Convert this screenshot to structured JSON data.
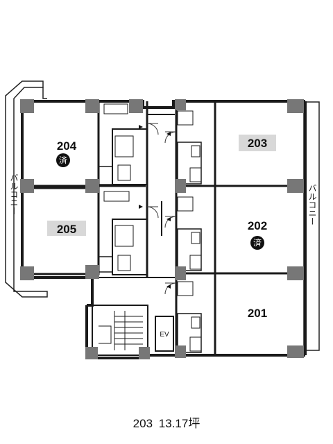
{
  "units": [
    {
      "number": "204",
      "status": "済"
    },
    {
      "number": "205",
      "status": ""
    },
    {
      "number": "203",
      "status": ""
    },
    {
      "number": "202",
      "status": "済"
    },
    {
      "number": "201",
      "status": ""
    }
  ],
  "balcony_label": "バルコニー",
  "elevator_label": "EV",
  "caption": {
    "unit": "203",
    "area": "13.17坪"
  },
  "colors": {
    "wall": "#1a1a1a",
    "column": "#777777",
    "badge": "#111111",
    "label_bg": "#d8d8d8"
  }
}
